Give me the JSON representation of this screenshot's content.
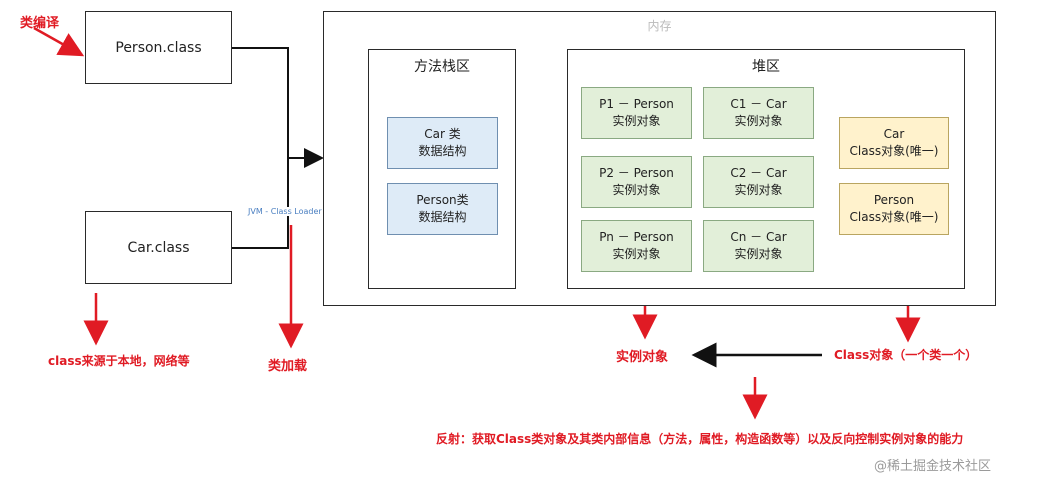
{
  "person_class": "Person.class",
  "car_class": "Car.class",
  "memory_label": "内存",
  "method_area": {
    "title": "方法栈区",
    "car_struct": [
      "Car 类",
      "数据结构"
    ],
    "person_struct": [
      "Person类",
      "数据结构"
    ]
  },
  "heap": {
    "title": "堆区",
    "p1": [
      "P1 － Person",
      "实例对象"
    ],
    "p2": [
      "P2 － Person",
      "实例对象"
    ],
    "pn": [
      "Pn － Person",
      "实例对象"
    ],
    "c1": [
      "C1 － Car",
      "实例对象"
    ],
    "c2": [
      "C2 － Car",
      "实例对象"
    ],
    "cn": [
      "Cn － Car",
      "实例对象"
    ],
    "car_class_obj": [
      "Car",
      "Class对象(唯一)"
    ],
    "person_class_obj": [
      "Person",
      "Class对象(唯一)"
    ]
  },
  "jvm_loader": "JVM - Class Loader",
  "annotations": {
    "compile": "类编译",
    "source": "class来源于本地，网络等",
    "load": "类加载",
    "instance": "实例对象",
    "class_obj": "Class对象（一个类一个）",
    "reflection": "反射：获取Class类对象及其类内部信息（方法，属性，构造函数等）以及反向控制实例对象的能力"
  },
  "watermark": "@稀土掘金技术社区",
  "colors": {
    "red": "#e01b24",
    "green_fill": "#e2efd9",
    "blue_fill": "#deebf7",
    "yellow_fill": "#fff2cc"
  }
}
